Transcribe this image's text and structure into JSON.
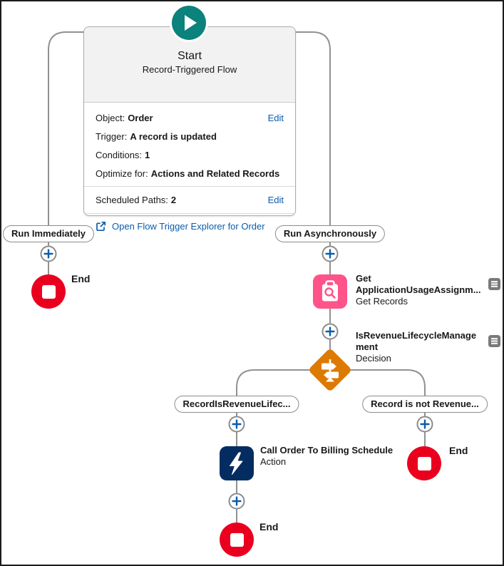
{
  "colors": {
    "teal_start": "#0B827C",
    "pink_get_records": "#FF538A",
    "orange_decision": "#DD7A01",
    "navy_action": "#032D60",
    "red_end": "#EA001E",
    "link_blue": "#0B5CAB",
    "connector_gray": "#919191"
  },
  "start": {
    "title": "Start",
    "subtitle": "Record-Triggered Flow",
    "fields": [
      {
        "label": "Object:",
        "value": "Order",
        "action": "Edit"
      },
      {
        "label": "Trigger:",
        "value": "A record is updated"
      },
      {
        "label": "Conditions:",
        "value": "1"
      },
      {
        "label": "Optimize for:",
        "value": "Actions and Related Records"
      }
    ],
    "scheduled_paths": {
      "label": "Scheduled Paths:",
      "value": "2",
      "action": "Edit"
    },
    "explorer_link": "Open Flow Trigger Explorer for Order"
  },
  "paths": {
    "run_immediately": "Run Immediately",
    "run_asynchronously": "Run Asynchronously"
  },
  "nodes": {
    "get_records": {
      "title_line1": "Get",
      "title_line2": "ApplicationUsageAssignm...",
      "subtitle": "Get Records"
    },
    "decision": {
      "title_line1": "IsRevenueLifecycleManage",
      "title_line2": "ment",
      "subtitle": "Decision"
    },
    "action": {
      "title": "Call Order To Billing Schedule",
      "subtitle": "Action"
    },
    "end_left": {
      "label": "End"
    },
    "end_right": {
      "label": "End"
    },
    "end_bottom": {
      "label": "End"
    }
  },
  "outcomes": {
    "left": "RecordIsRevenueLifec...",
    "right": "Record is not Revenue..."
  }
}
